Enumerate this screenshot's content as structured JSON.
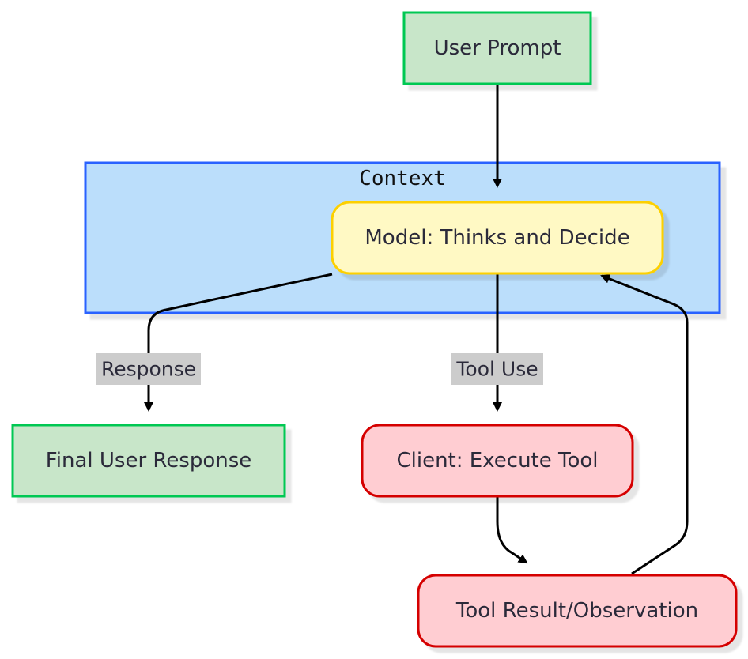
{
  "cluster": {
    "label": "Context"
  },
  "nodes": {
    "user_prompt": "User Prompt",
    "model": "Model: Thinks and Decide",
    "final_response": "Final User Response",
    "client": "Client: Execute Tool",
    "tool_result": "Tool Result/Observation"
  },
  "edges": {
    "response_label": "Response",
    "tool_use_label": "Tool Use"
  },
  "colors": {
    "green_fill": "#c8e6c9",
    "green_stroke": "#00c853",
    "yellow_fill": "#fff9c4",
    "yellow_stroke": "#fdd000",
    "red_fill": "#ffcdd2",
    "red_stroke": "#d50000",
    "blue_fill": "#bbdefb",
    "blue_stroke": "#2962ff",
    "edge": "#000000",
    "label_bg": "#cccccc"
  }
}
